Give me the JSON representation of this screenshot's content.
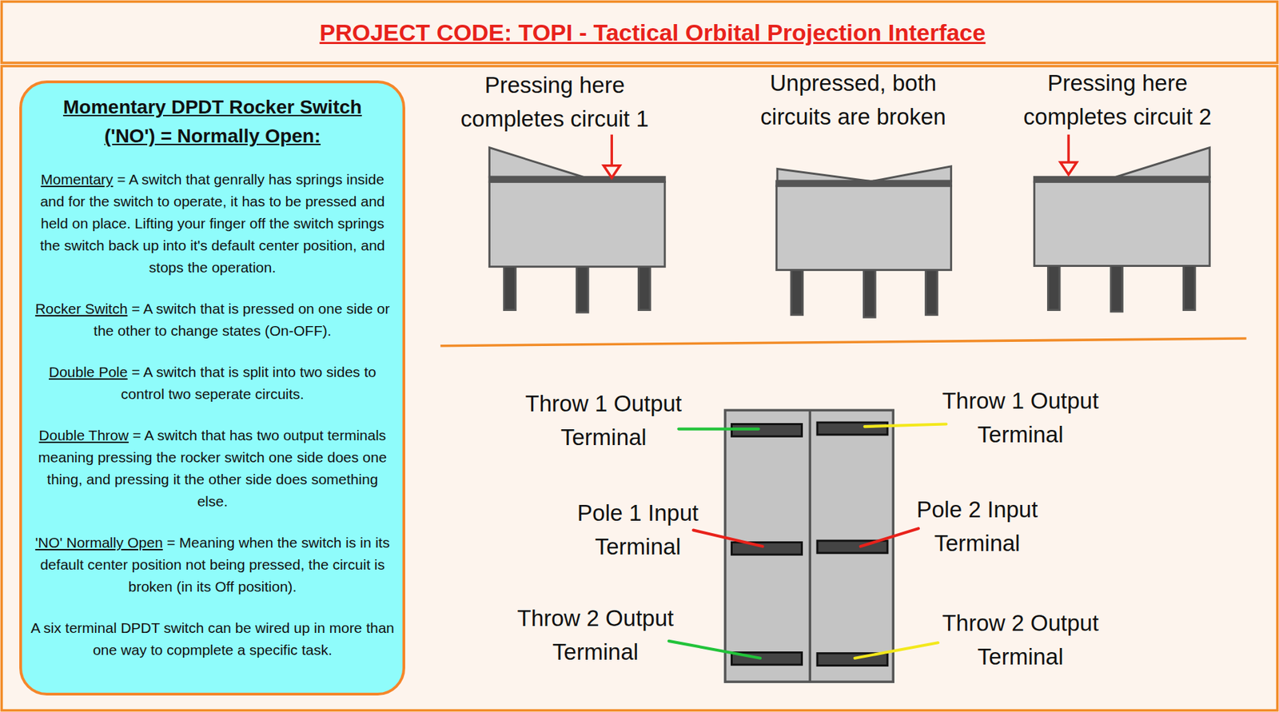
{
  "diagram": {
    "title": "PROJECT CODE: TOPI - Tactical Orbital Projection Interface",
    "nodes": [
      {
        "text": [
          "Momentary DPDT Rocker Switch ('NO') = Normally Open:",
          "Momentary",
          "= A switch that genrally has springs inside and for the switch to operate, it has to be pressed and held on place. Lifting your finger off the switch springs the switch back up into it's default center position, and stops the operation.",
          "Rocker Switch",
          "= A switch that is pressed on one side or the other to change states (On-OFF).",
          "Double Pole",
          "= A switch that is split into two sides to control two seperate circuits.",
          "Double Throw",
          "= A switch that has two output terminals meaning pressing the rocker switch one side does one thing, and pressing it the other side does something else.",
          "'NO' Normally Open",
          "= Meaning when the switch is in its default center position not being pressed, the circuit is broken (in its Off position).",
          "A six terminal DPDT switch can be wired up in more than one way to copmplete a specific task."
        ]
      }
    ],
    "labels": [
      "Pressing here completes circuit 1",
      "Unpressed, both circuits are broken",
      "Pressing here completes circuit 2",
      "Throw 1 Output Terminal",
      "Pole 1 Input Terminal",
      "Throw 2 Output Terminal",
      "Throw 1 Output Terminal",
      "Pole 2 Input Terminal",
      "Throw 2 Output Terminal"
    ]
  }
}
